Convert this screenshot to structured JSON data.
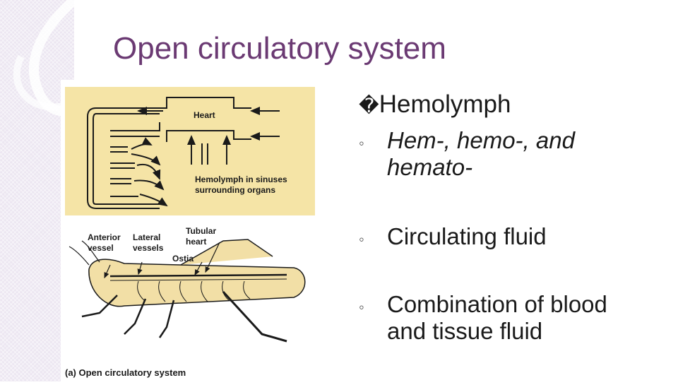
{
  "slide": {
    "title": "Open circulatory system",
    "bullet": {
      "marker": "�",
      "text": "Hemolymph"
    },
    "sub_bullets": [
      {
        "marker": "◦",
        "line1": "Hem-, hemo-, and",
        "line2": "hemato-"
      },
      {
        "marker": "◦",
        "line1": "Circulating fluid",
        "line2": ""
      },
      {
        "marker": "◦",
        "line1": "Combination of blood",
        "line2": "and tissue fluid"
      }
    ]
  },
  "figure": {
    "top_labels": {
      "heart": "Heart",
      "hemolymph_line1": "Hemolymph in sinuses",
      "hemolymph_line2": "surrounding organs"
    },
    "bottom_labels": {
      "anterior_line1": "Anterior",
      "anterior_line2": "vessel",
      "lateral_line1": "Lateral",
      "lateral_line2": "vessels",
      "tubular_line1": "Tubular",
      "tubular_line2": "heart",
      "ostia": "Ostia",
      "caption": "(a) Open circulatory system"
    },
    "colors": {
      "top_panel_bg": "#f5e4a6",
      "insect_fill": "#f2dfa6"
    }
  }
}
